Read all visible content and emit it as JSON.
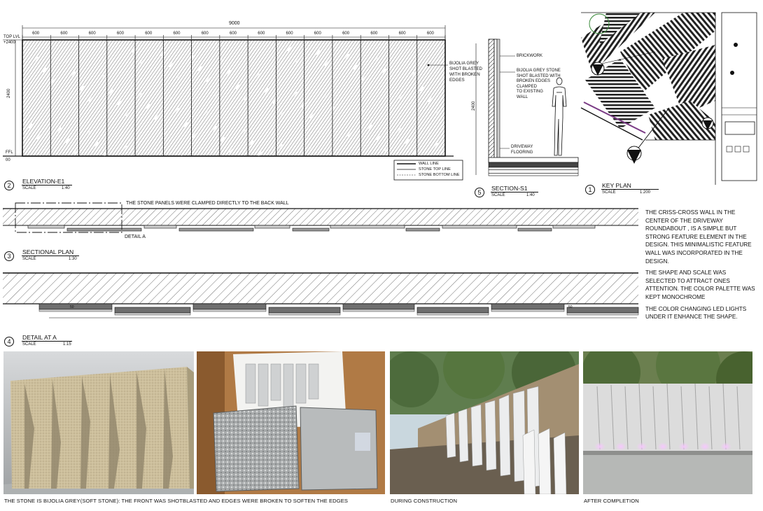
{
  "elevation": {
    "overall_dim": "9000",
    "panel_dim": "600",
    "panel_count": 15,
    "top_level_line1": "TOP LVL",
    "top_level_line2": "+2400",
    "height_dim": "2400",
    "ffl_line1": "FFL",
    "ffl_line2": "00",
    "stone_note": [
      "BIJOLIA GREY",
      "SHOT BLASTED",
      "WITH BROKEN",
      "EDGES"
    ],
    "legend": [
      "WALL LINE",
      "STONE TOP LINE",
      "STONE BOTTOM LINE"
    ],
    "title_num": "2",
    "title": "ELEVATION-E1",
    "scale_label": "SCALE",
    "scale_value": "1:40"
  },
  "section": {
    "brickwork": "BRICKWORK",
    "stone_note": [
      "BIJOLIA GREY STONE",
      "SHOT BLASTED WITH",
      "BROKEN EDGES",
      "CLAMPED",
      "TO EXISTING",
      "WALL"
    ],
    "driveway_note": [
      "DRIVEWAY",
      "FLOORING"
    ],
    "height_dim": "2400",
    "title_num": "5",
    "title": "SECTION-S1",
    "scale_label": "SCALE",
    "scale_value": "1:40"
  },
  "keyplan": {
    "title_num": "1",
    "title": "KEY PLAN",
    "scale_label": "SCALE",
    "scale_value": "1:200"
  },
  "sectional_plan": {
    "note": "THE STONE PANELS WERE CLAMPED DIRECTLY TO THE BACK WALL",
    "detail_ref": "DETAIL A",
    "title_num": "3",
    "title": "SECTIONAL PLAN",
    "scale_label": "SCALE",
    "scale_value": "1:30"
  },
  "detail": {
    "title_num": "4",
    "title": "DETAIL AT A",
    "scale_label": "SCALE",
    "scale_value": "1:15",
    "dim": "50"
  },
  "description": {
    "p1": "THE CRISS-CROSS  WALL  IN THE CENTER OF THE DRIVEWAY ROUNDABOUT , IS A SIMPLE BUT STRONG FEATURE ELEMENT IN THE DESIGN. THIS MINIMALISTIC FEATURE WALL WAS INCORPORATED IN THE DESIGN.",
    "p2": "THE SHAPE AND SCALE WAS SELECTED TO ATTRACT ONES ATTENTION. THE COLOR PALETTE WAS KEPT MONOCHROME",
    "p3": "THE COLOR CHANGING LED LIGHTS UNDER IT ENHANCE THE SHAPE."
  },
  "photos": {
    "caption_stone": "THE STONE IS BIJOLIA GREY(SOFT STONE): THE FRONT WAS SHOTBLASTED AND EDGES WERE BROKEN TO SOFTEN THE EDGES",
    "caption_construction": "DURING CONSTRUCTION",
    "caption_completion": "AFTER COMPLETION"
  }
}
